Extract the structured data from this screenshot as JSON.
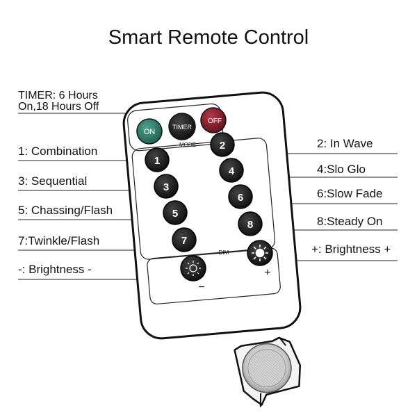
{
  "title": "Smart Remote Control",
  "timer_note": {
    "line1": "TIMER: 6 Hours",
    "line2": "On,18 Hours Off"
  },
  "labels": {
    "combination": "1: Combination",
    "sequential": "3: Sequential",
    "chasing_flash": "5: Chassing/Flash",
    "twinkle_flash": "7:Twinkle/Flash",
    "brightness_down": "-: Brightness -",
    "in_wave": "2: In Wave",
    "slo_glo": "4:Slo Glo",
    "slow_fade": "6:Slow Fade",
    "steady_on": "8:Steady On",
    "brightness_up": "+: Brightness +"
  },
  "remote": {
    "on_label": "ON",
    "timer_label": "TIMER",
    "off_label": "OFF",
    "mode_label": "MODE",
    "dim_label": "DIM",
    "minus_sign": "−",
    "plus_sign": "+",
    "mode_buttons": [
      "1",
      "2",
      "3",
      "4",
      "5",
      "6",
      "7",
      "8"
    ]
  },
  "colors": {
    "on_button": "#2e7d6b",
    "off_button": "#8b1e2a",
    "timer_button": "#333333",
    "key": "#1a1a1a"
  }
}
